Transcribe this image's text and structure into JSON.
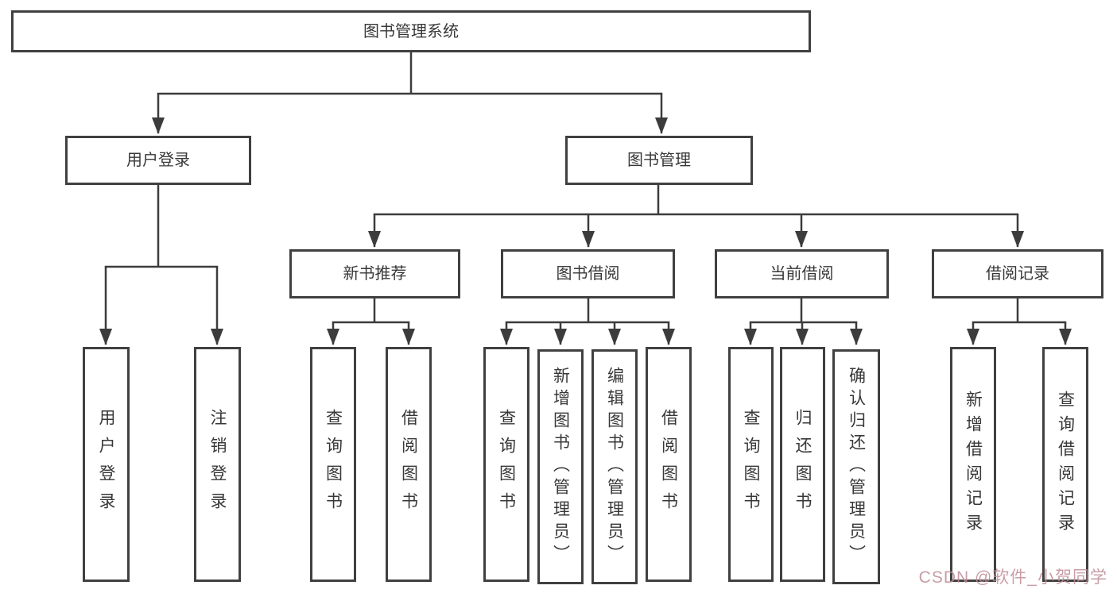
{
  "colors": {
    "line": "#3c3c3c",
    "box_border": "#404040",
    "text": "#383838",
    "watermark": "#be8c96"
  },
  "watermark": {
    "text": "CSDN @软件_小贺同学"
  },
  "tree": {
    "root": {
      "label": "图书管理系统",
      "children": [
        {
          "label": "用户登录",
          "children": [
            {
              "label": "用户登录"
            },
            {
              "label": "注销登录"
            }
          ]
        },
        {
          "label": "图书管理",
          "children": [
            {
              "label": "新书推荐",
              "children": [
                {
                  "label": "查询图书"
                },
                {
                  "label": "借阅图书"
                }
              ]
            },
            {
              "label": "图书借阅",
              "children": [
                {
                  "label": "查询图书"
                },
                {
                  "label": "新增图书（管理员）"
                },
                {
                  "label": "编辑图书（管理员）"
                },
                {
                  "label": "借阅图书"
                }
              ]
            },
            {
              "label": "当前借阅",
              "children": [
                {
                  "label": "查询图书"
                },
                {
                  "label": "归还图书"
                },
                {
                  "label": "确认归还（管理员）"
                }
              ]
            },
            {
              "label": "借阅记录",
              "children": [
                {
                  "label": "新增借阅记录"
                },
                {
                  "label": "查询借阅记录"
                }
              ]
            }
          ]
        }
      ]
    }
  }
}
